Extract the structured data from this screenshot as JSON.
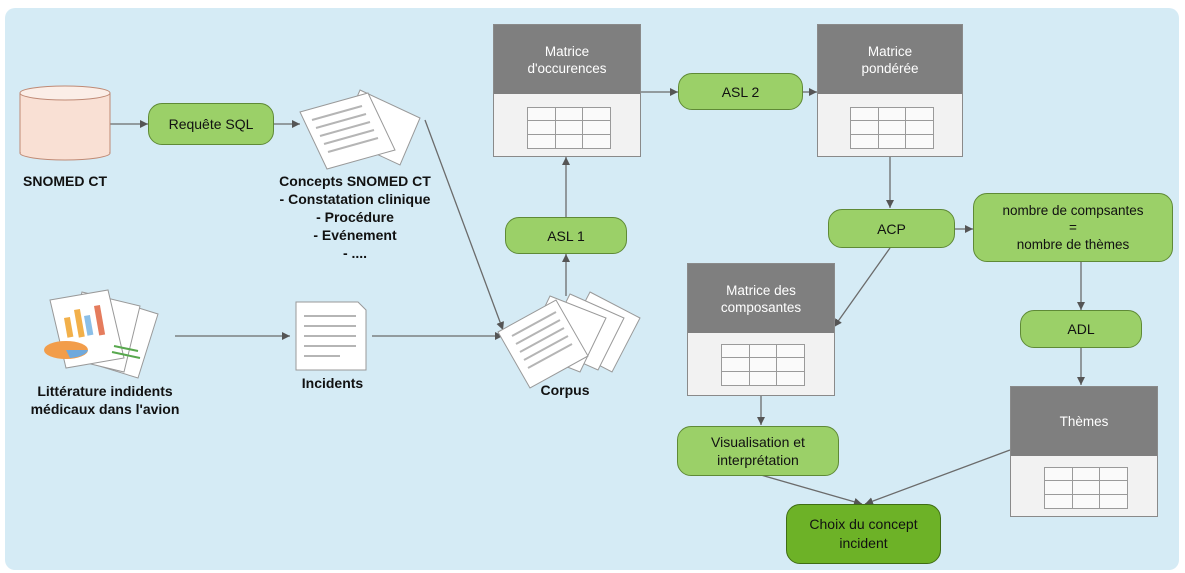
{
  "sources": {
    "snomed": "SNOMED CT",
    "literature": [
      "Littérature indidents",
      "médicaux dans l'avion"
    ]
  },
  "steps": {
    "requete": "Requête SQL",
    "asl1": "ASL 1",
    "asl2": "ASL 2",
    "acp": "ACP",
    "adl": "ADL",
    "visualisation": [
      "Visualisation et",
      "interprétation"
    ],
    "choix": [
      "Choix du concept",
      "incident"
    ],
    "nombre": [
      "nombre de compsantes",
      "=",
      "nombre de thèmes"
    ]
  },
  "documents": {
    "concepts": [
      "Concepts SNOMED CT",
      "- Constatation clinique",
      "- Procédure",
      "- Evénement",
      "- ...."
    ],
    "incidents": "Incidents",
    "corpus": "Corpus"
  },
  "matrices": {
    "occurences": [
      "Matrice",
      "d'occurences"
    ],
    "ponderee": [
      "Matrice",
      "pondérée"
    ],
    "composantes": [
      "Matrice des",
      "composantes"
    ],
    "themes": "Thèmes"
  },
  "colors": {
    "background": "#d5ebf5",
    "step_fill": "#9bd068",
    "final_step_fill": "#6db227",
    "matrix_header": "#7f7f7f"
  }
}
